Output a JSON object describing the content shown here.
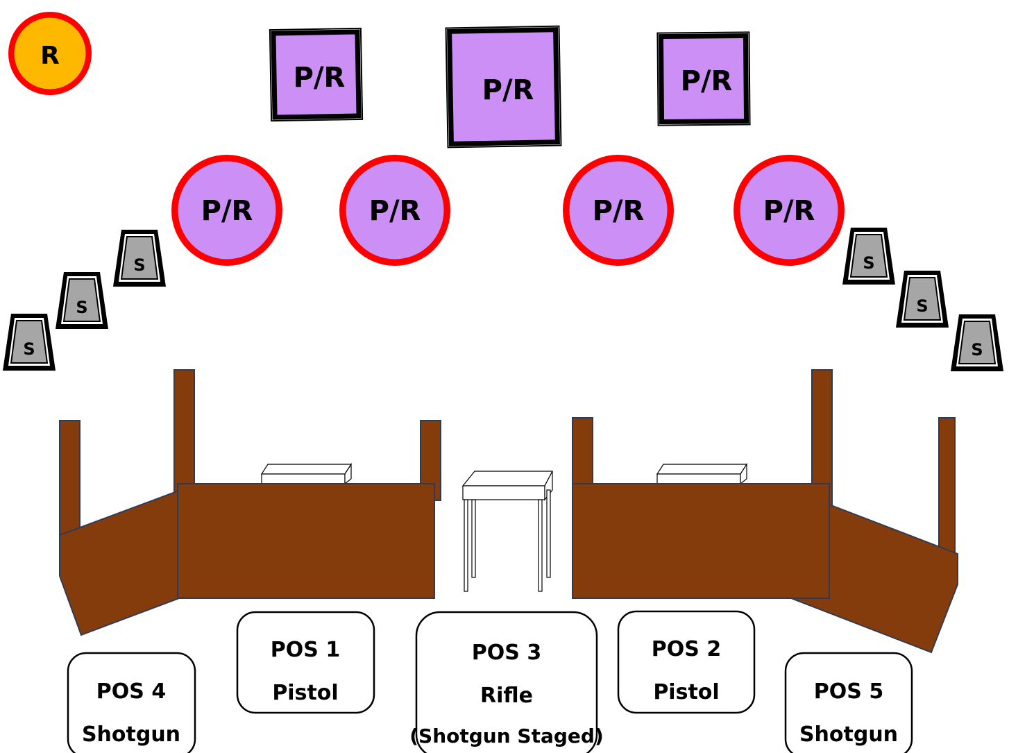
{
  "targets": {
    "rifle_only": {
      "label": "R",
      "fill": "#FFB800",
      "ring": "#FF0000"
    },
    "plates": [
      {
        "label": "P/R"
      },
      {
        "label": "P/R"
      },
      {
        "label": "P/R"
      }
    ],
    "circles": [
      {
        "label": "P/R"
      },
      {
        "label": "P/R"
      },
      {
        "label": "P/R"
      },
      {
        "label": "P/R"
      }
    ],
    "shotgun_left": [
      {
        "label": "S"
      },
      {
        "label": "S"
      },
      {
        "label": "S"
      }
    ],
    "shotgun_right": [
      {
        "label": "S"
      },
      {
        "label": "S"
      },
      {
        "label": "S"
      }
    ],
    "colors": {
      "purple": "#CC8FF5",
      "red_ring": "#FF0000",
      "steel_gray": "#A6A6A6",
      "wood": "#843C0C"
    }
  },
  "positions": [
    {
      "id": "pos4",
      "title": "POS 4",
      "weapon": "Shotgun",
      "note": ""
    },
    {
      "id": "pos1",
      "title": "POS 1",
      "weapon": "Pistol",
      "note": ""
    },
    {
      "id": "pos3",
      "title": "POS 3",
      "weapon": "Rifle",
      "note": "(Shotgun Staged)"
    },
    {
      "id": "pos2",
      "title": "POS 2",
      "weapon": "Pistol",
      "note": ""
    },
    {
      "id": "pos5",
      "title": "POS 5",
      "weapon": "Shotgun",
      "note": ""
    }
  ]
}
